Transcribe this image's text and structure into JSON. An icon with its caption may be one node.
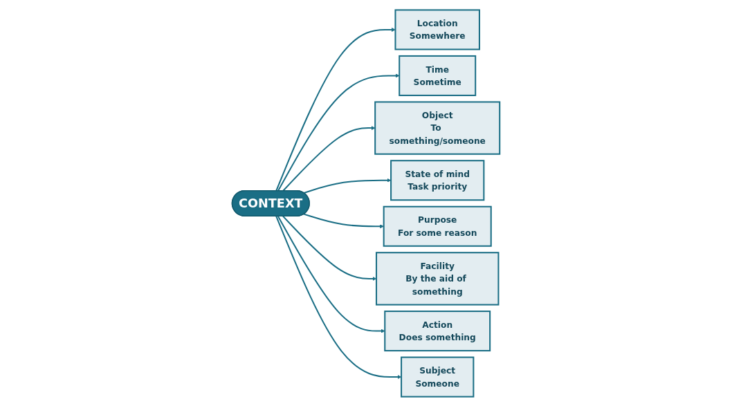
{
  "diagram": {
    "nodes": [
      {
        "text": [
          "Location",
          "Somewhere"
        ]
      },
      {
        "text": [
          "Time",
          "Sometime"
        ]
      },
      {
        "text": [
          "Object",
          "To something/someone"
        ]
      },
      {
        "text": [
          "State of mind",
          "Task priority"
        ]
      },
      {
        "text": [
          "CONTEXT"
        ]
      },
      {
        "text": [
          "Purpose",
          "For some reason"
        ]
      },
      {
        "text": [
          "Facility",
          "By the aid of something"
        ]
      },
      {
        "text": [
          "Action",
          "Does something"
        ]
      },
      {
        "text": [
          "Subject",
          "Someone"
        ]
      }
    ],
    "edges": [
      {
        "from": 4,
        "to": 0,
        "arrow": "to"
      },
      {
        "from": 4,
        "to": 1,
        "arrow": "to"
      },
      {
        "from": 4,
        "to": 2,
        "arrow": "to"
      },
      {
        "from": 4,
        "to": 3,
        "arrow": "to"
      },
      {
        "from": 4,
        "to": 5,
        "arrow": "to"
      },
      {
        "from": 4,
        "to": 6,
        "arrow": "to"
      },
      {
        "from": 4,
        "to": 7,
        "arrow": "to"
      },
      {
        "from": 4,
        "to": 8,
        "arrow": "to"
      }
    ]
  }
}
